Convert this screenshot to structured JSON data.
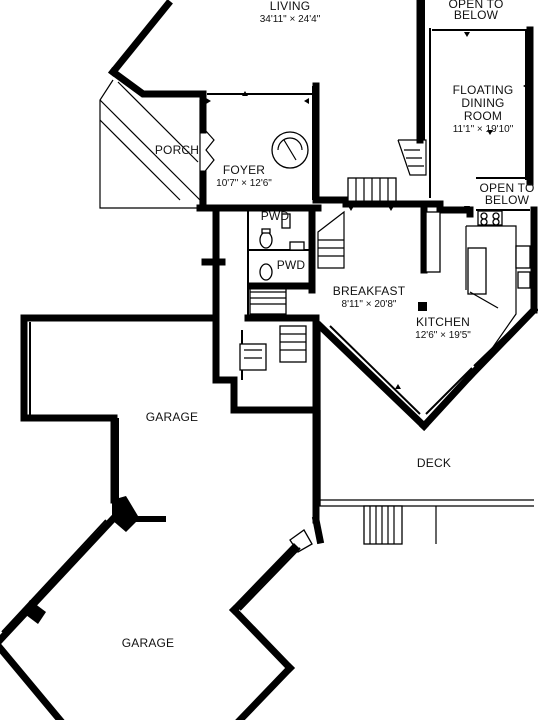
{
  "rooms": {
    "living": {
      "name": "LIVING",
      "dims": "34'11\" × 24'4\""
    },
    "open_to_below_top": {
      "line1": "OPEN TO",
      "line2": "BELOW"
    },
    "dining": {
      "line1": "FLOATING",
      "line2": "DINING",
      "line3": "ROOM",
      "dims": "11'1\" × 19'10\""
    },
    "open_to_below_right": {
      "line1": "OPEN TO",
      "line2": "BELOW"
    },
    "porch": {
      "name": "PORCH"
    },
    "foyer": {
      "name": "FOYER",
      "dims": "10'7\" × 12'6\""
    },
    "pwd_upper": {
      "name": "PWD"
    },
    "pwd_lower": {
      "name": "PWD"
    },
    "breakfast": {
      "name": "BREAKFAST",
      "dims": "8'11\" × 20'8\""
    },
    "kitchen": {
      "name": "KITCHEN",
      "dims": "12'6\" × 19'5\""
    },
    "garage_upper": {
      "name": "GARAGE"
    },
    "deck": {
      "name": "DECK"
    },
    "garage_lower": {
      "name": "GARAGE"
    }
  }
}
